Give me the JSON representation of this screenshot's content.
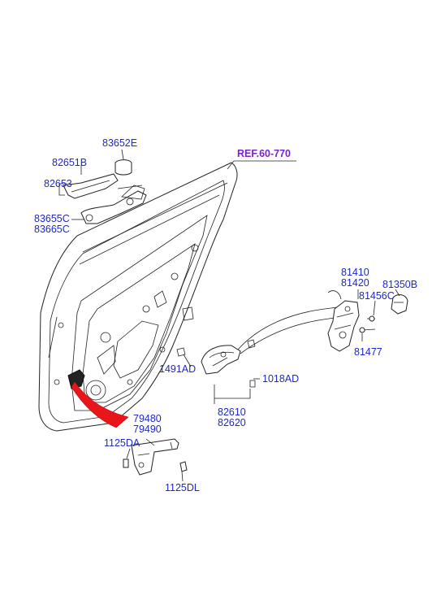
{
  "ref_label": "REF.60-770",
  "labels": {
    "p83652E": "83652E",
    "p82651B": "82651B",
    "p82653": "82653",
    "p83655C": "83655C",
    "p83665C": "83665C",
    "p81410": "81410",
    "p81420": "81420",
    "p81350B": "81350B",
    "p81456C": "81456C",
    "p81477": "81477",
    "p1491AD": "1491AD",
    "p1018AD": "1018AD",
    "p82610": "82610",
    "p82620": "82620",
    "p79480": "79480",
    "p79490": "79490",
    "p1125DA": "1125DA",
    "p1125DL": "1125DL"
  },
  "colors": {
    "label": "#1f28c8",
    "ref_label": "#7a24c8",
    "highlight_arrow": "#e8161b",
    "line": "#222222"
  }
}
